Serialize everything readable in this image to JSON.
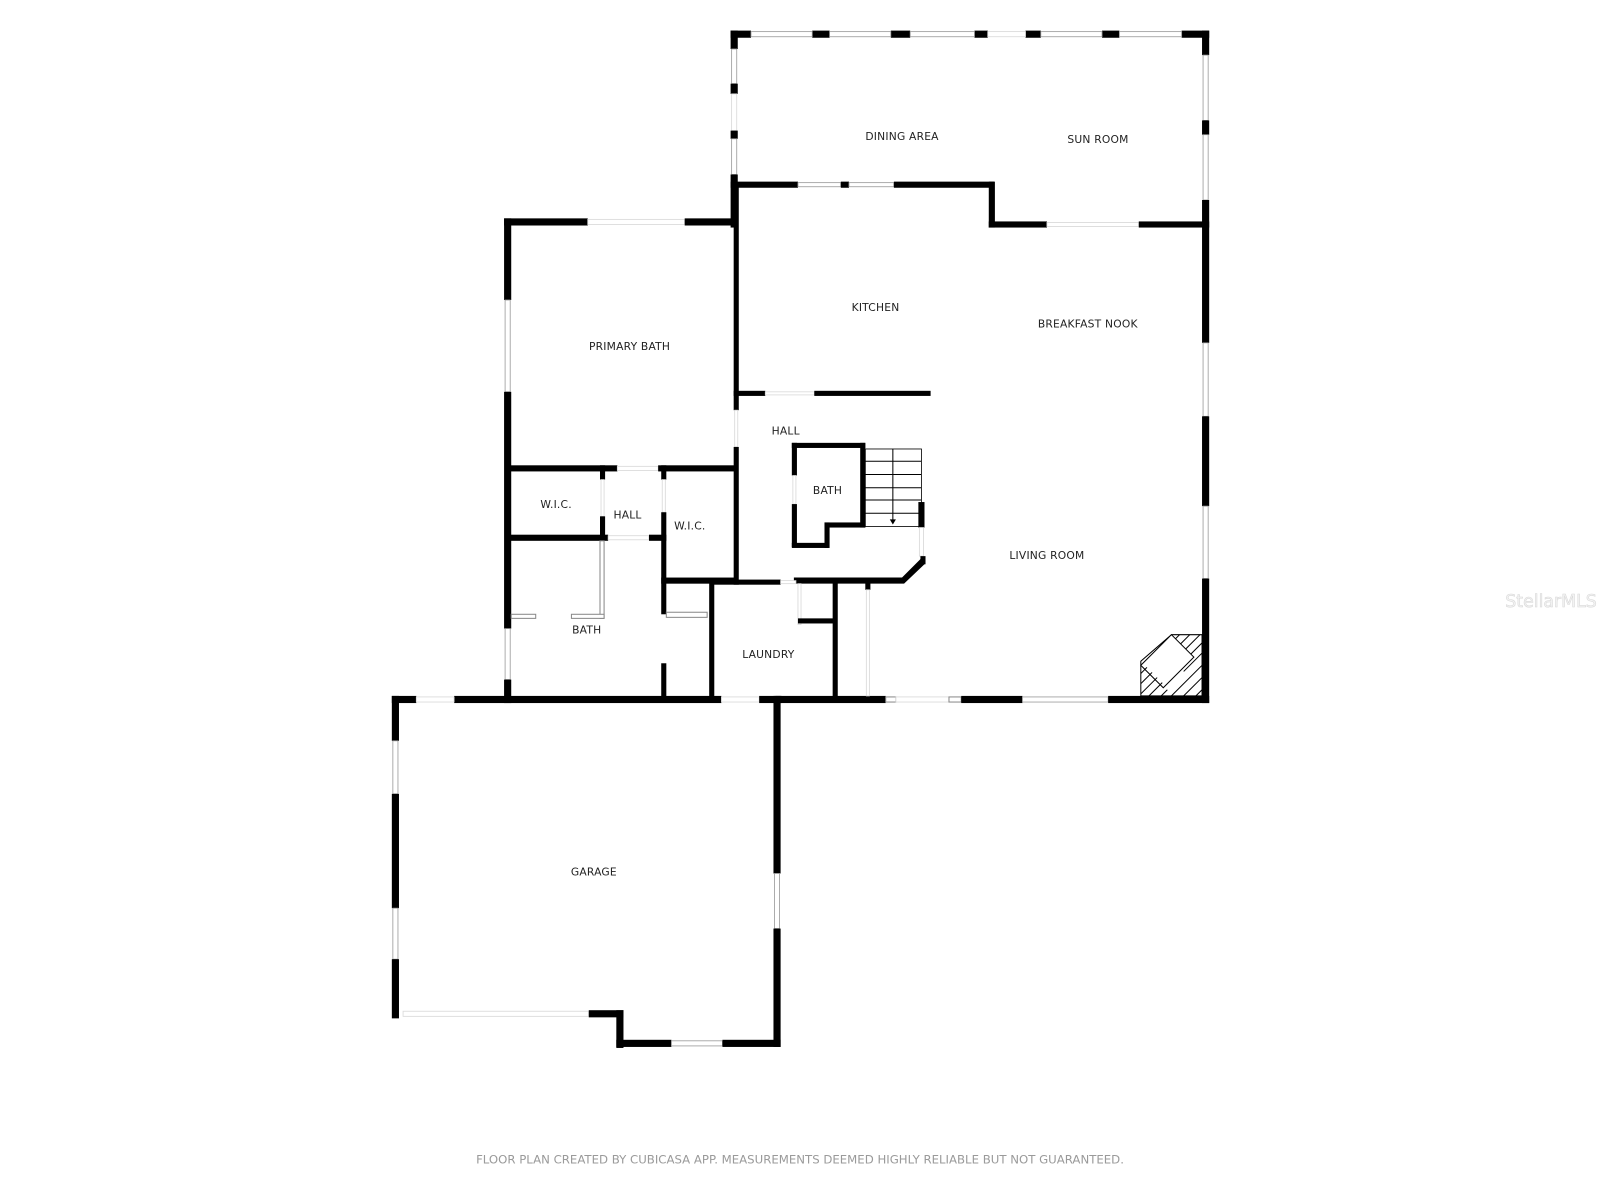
{
  "floor_plan": {
    "rooms": [
      {
        "id": "dining-area",
        "label": "DINING AREA"
      },
      {
        "id": "sun-room",
        "label": "SUN ROOM"
      },
      {
        "id": "kitchen",
        "label": "KITCHEN"
      },
      {
        "id": "breakfast-nook",
        "label": "BREAKFAST NOOK"
      },
      {
        "id": "primary-bath",
        "label": "PRIMARY BATH"
      },
      {
        "id": "hall-main",
        "label": "HALL"
      },
      {
        "id": "bath-stair",
        "label": "BATH"
      },
      {
        "id": "wic-left",
        "label": "W.I.C."
      },
      {
        "id": "hall-closets",
        "label": "HALL"
      },
      {
        "id": "wic-right",
        "label": "W.I.C."
      },
      {
        "id": "living-room",
        "label": "LIVING ROOM"
      },
      {
        "id": "bath-primary",
        "label": "BATH"
      },
      {
        "id": "laundry",
        "label": "LAUNDRY"
      },
      {
        "id": "garage",
        "label": "GARAGE"
      }
    ],
    "features": [
      "stairs",
      "fireplace"
    ]
  },
  "watermark": "StellarMLS",
  "footer": "FLOOR PLAN CREATED BY CUBICASA APP. MEASUREMENTS DEEMED HIGHLY RELIABLE BUT NOT GUARANTEED."
}
